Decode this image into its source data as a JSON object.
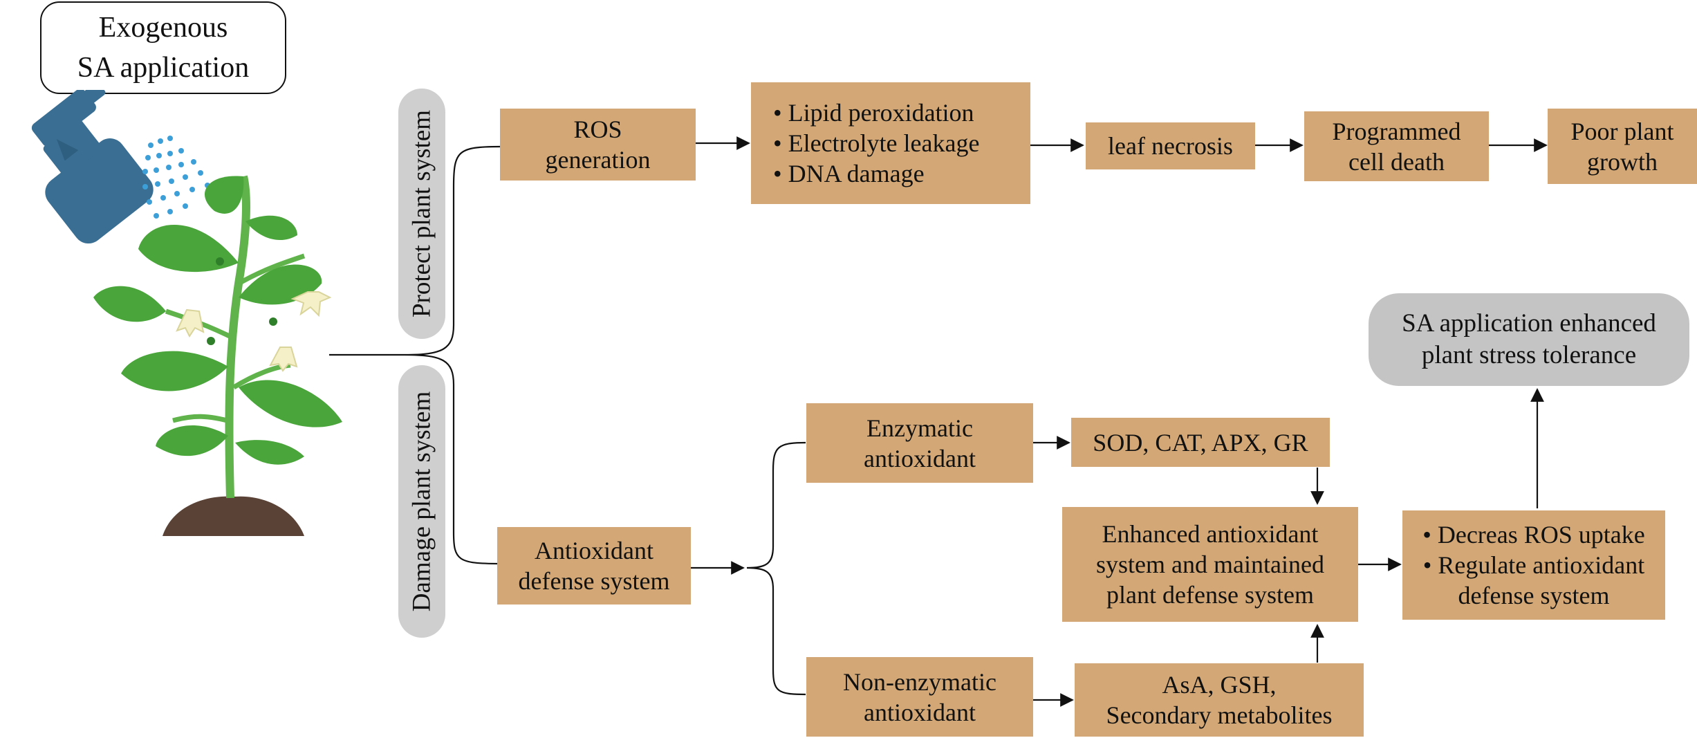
{
  "title": [
    "Exogenous",
    "SA application"
  ],
  "branch_labels": {
    "upper": "Protect plant system",
    "lower": "Damage plant system"
  },
  "upper_path": {
    "ros": [
      "ROS",
      "generation"
    ],
    "effects": [
      "• Lipid peroxidation",
      "• Electrolyte leakage",
      "• DNA damage"
    ],
    "necrosis": [
      "leaf necrosis"
    ],
    "pcd": [
      "Programmed",
      "cell death"
    ],
    "growth": [
      "Poor plant",
      "growth"
    ]
  },
  "lower_path": {
    "defense": [
      "Antioxidant",
      "defense system"
    ],
    "enzymatic": [
      "Enzymatic",
      "antioxidant"
    ],
    "nonenzymatic": [
      "Non-enzymatic",
      "antioxidant"
    ],
    "enzymes": [
      "SOD, CAT, APX, GR"
    ],
    "metabolites": [
      "AsA, GSH,",
      "Secondary metabolites"
    ],
    "enhanced": [
      "Enhanced antioxidant",
      "system and maintained",
      "plant defense system"
    ],
    "outcome": [
      "• Decreas ROS uptake",
      "• Regulate antioxidant",
      "defense system"
    ],
    "result": [
      "SA application enhanced",
      "plant stress tolerance"
    ]
  },
  "colors": {
    "box_fill": "#d3a876",
    "grey_fill": "#c4c4c4",
    "sprayer": "#3a6f93",
    "spray_drops": "#3d9fd8",
    "leaf": "#4aa63a",
    "soil": "#5a4236"
  },
  "icons": [
    "spray-bottle-icon",
    "plant-icon"
  ]
}
